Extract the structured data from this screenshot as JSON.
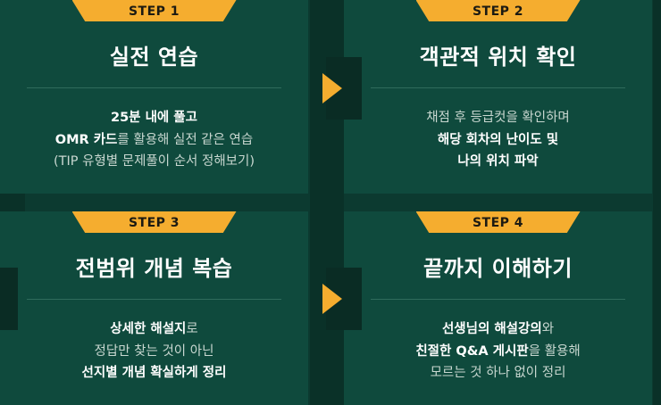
{
  "steps": [
    {
      "label": "STEP 1",
      "title": "실전 연습",
      "lines": [
        {
          "segments": [
            {
              "text": "25분 내에 풀고",
              "weight": "strong"
            }
          ]
        },
        {
          "segments": [
            {
              "text": "OMR 카드",
              "weight": "strong"
            },
            {
              "text": "를 활용해 실전 같은 연습",
              "weight": "light"
            }
          ]
        },
        {
          "segments": [
            {
              "text": "(TIP 유형별 문제풀이 순서 정해보기)",
              "weight": "light"
            }
          ]
        }
      ]
    },
    {
      "label": "STEP 2",
      "title": "객관적 위치 확인",
      "lines": [
        {
          "segments": [
            {
              "text": "채점 후 등급컷을 확인하며",
              "weight": "light"
            }
          ]
        },
        {
          "segments": [
            {
              "text": "해당 회차의 난이도 및",
              "weight": "strong"
            }
          ]
        },
        {
          "segments": [
            {
              "text": "나의 위치 파악",
              "weight": "strong"
            }
          ]
        }
      ]
    },
    {
      "label": "STEP 3",
      "title": "전범위 개념 복습",
      "lines": [
        {
          "segments": [
            {
              "text": "상세한 해설지",
              "weight": "strong"
            },
            {
              "text": "로",
              "weight": "light"
            }
          ]
        },
        {
          "segments": [
            {
              "text": "정답만 찾는 것이 아닌",
              "weight": "light"
            }
          ]
        },
        {
          "segments": [
            {
              "text": "선지별 개념 확실하게 정리",
              "weight": "strong"
            }
          ]
        }
      ]
    },
    {
      "label": "STEP 4",
      "title": "끝까지 이해하기",
      "lines": [
        {
          "segments": [
            {
              "text": "선생님의 해설강의",
              "weight": "strong"
            },
            {
              "text": "와",
              "weight": "light"
            }
          ]
        },
        {
          "segments": [
            {
              "text": "친절한 Q&A 게시판",
              "weight": "strong"
            },
            {
              "text": "을 활용해",
              "weight": "light"
            }
          ]
        },
        {
          "segments": [
            {
              "text": "모르는 것 하나 없이 정리",
              "weight": "light"
            }
          ]
        }
      ]
    }
  ],
  "colors": {
    "background": "#0c3a30",
    "card": "#0f4a3d",
    "accent": "#f5ad2f",
    "title": "#ffffff"
  },
  "icons": {
    "step_arrow": "arrow-right-icon"
  }
}
